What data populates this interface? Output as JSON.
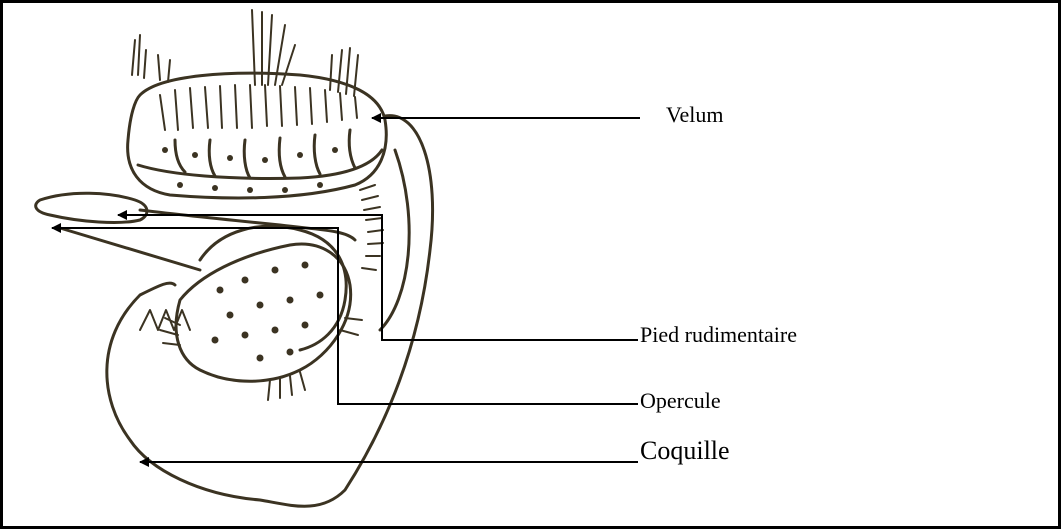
{
  "labels": {
    "velum": "Velum",
    "pied": "Pied rudimentaire",
    "opercule": "Opercule",
    "coquille": "Coquille"
  },
  "colors": {
    "ink": "#3b3322",
    "line": "#000000",
    "background": "#ffffff"
  }
}
